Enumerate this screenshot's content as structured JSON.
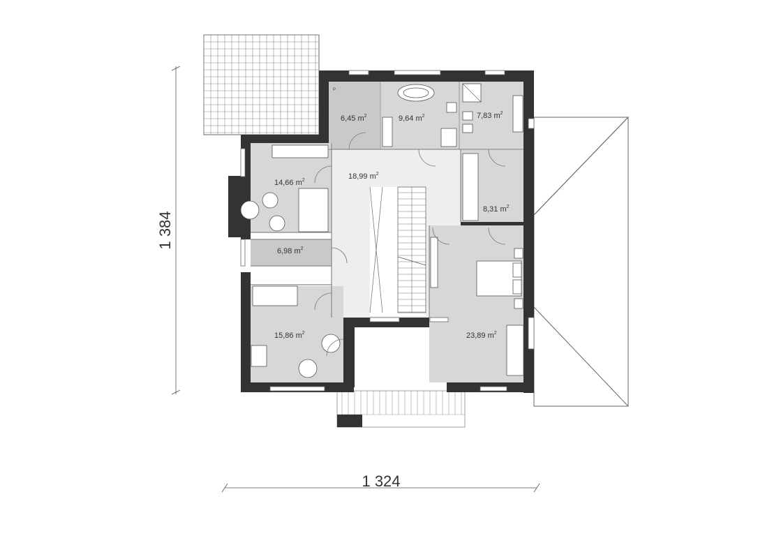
{
  "plan": {
    "dimensions": {
      "width": "1 324",
      "height": "1 384"
    },
    "colors": {
      "wall": "#333333",
      "room_light": "#d7d7d7",
      "room_mid": "#c9c9c9",
      "hall": "#eeeeee",
      "stair": "#ffffff"
    },
    "rooms": [
      {
        "id": "storage",
        "area": "6,45",
        "unit": "m",
        "sup": "2"
      },
      {
        "id": "bathroom",
        "area": "9,64",
        "unit": "m",
        "sup": "2"
      },
      {
        "id": "bathroom-2",
        "area": "7,83",
        "unit": "m",
        "sup": "2"
      },
      {
        "id": "hall",
        "area": "18,99",
        "unit": "m",
        "sup": "2"
      },
      {
        "id": "room-west",
        "area": "14,66",
        "unit": "m",
        "sup": "2"
      },
      {
        "id": "wardrobe",
        "area": "8,31",
        "unit": "m",
        "sup": "2"
      },
      {
        "id": "utility",
        "area": "6,98",
        "unit": "m",
        "sup": "2"
      },
      {
        "id": "room-southwest",
        "area": "15,86",
        "unit": "m",
        "sup": "2"
      },
      {
        "id": "master-bedroom",
        "area": "23,89",
        "unit": "m",
        "sup": "2"
      }
    ],
    "labels": {
      "storage_tag": "P"
    }
  }
}
